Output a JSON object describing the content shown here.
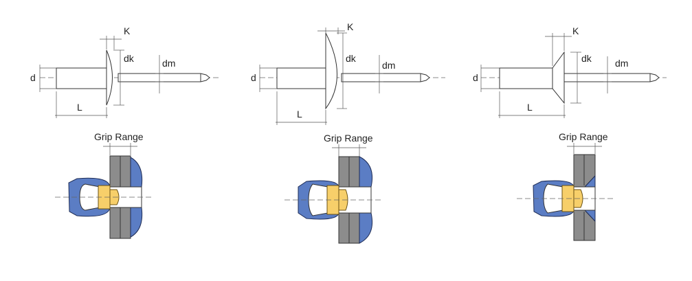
{
  "diagram": {
    "labels": {
      "d": "d",
      "dk": "dk",
      "dm": "dm",
      "K": "K",
      "L": "L",
      "grip_range": "Grip Range"
    },
    "colors": {
      "rivet_body": "#5b7dc4",
      "material": "#8c8c8c",
      "mandrel_head": "#f7cf6a",
      "line": "#333333"
    },
    "rivets": [
      {
        "name": "dome-head",
        "head": "dome"
      },
      {
        "name": "large-flange",
        "head": "large-flange"
      },
      {
        "name": "countersunk",
        "head": "countersunk"
      }
    ]
  }
}
